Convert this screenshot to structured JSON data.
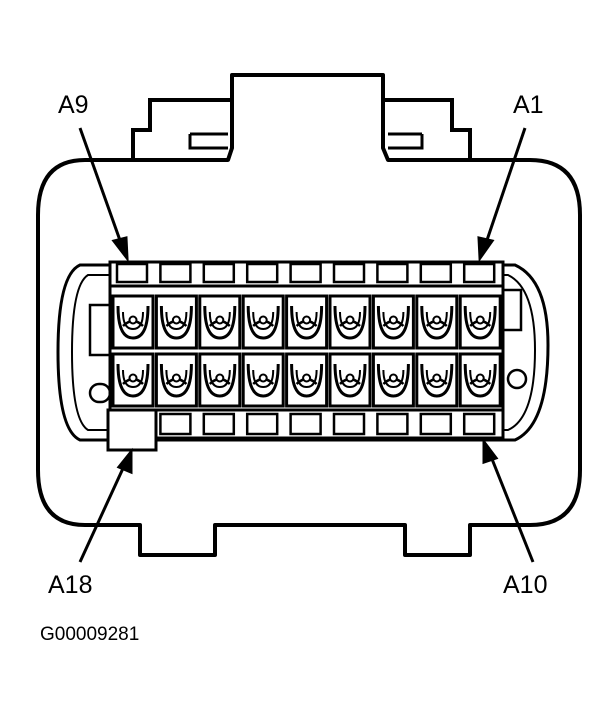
{
  "diagram": {
    "pin_labels": {
      "top_left": "A9",
      "top_right": "A1",
      "bottom_left": "A18",
      "bottom_right": "A10"
    },
    "figure_code": "G00009281",
    "connector": {
      "top_row_cavities": 9,
      "bottom_row_cavities": 9
    },
    "colors": {
      "line": "#000000",
      "background": "#ffffff"
    }
  }
}
